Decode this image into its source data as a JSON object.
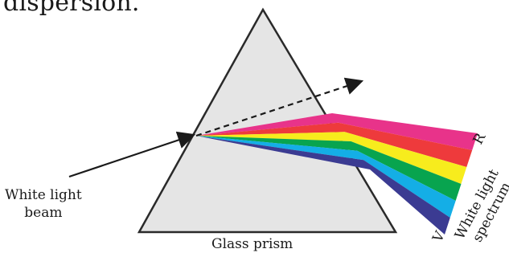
{
  "caption": "dispersion.",
  "prism": {
    "label": "Glass prism",
    "fill": "#e5e5e5",
    "stroke": "#2a2a2a"
  },
  "beam": {
    "line1": "White light",
    "line2": "beam"
  },
  "spectrum": {
    "line1": "White light",
    "line2": "spectrum",
    "top_end": "R",
    "bottom_end": "V",
    "bands": [
      {
        "name": "red-band",
        "color": "#e8338a"
      },
      {
        "name": "orange-band",
        "color": "#ee3a3c"
      },
      {
        "name": "yellow-band",
        "color": "#f7ec1d"
      },
      {
        "name": "green-band",
        "color": "#08a44f"
      },
      {
        "name": "blue-band",
        "color": "#14aee6"
      },
      {
        "name": "violet-band",
        "color": "#3b3b92"
      }
    ]
  }
}
